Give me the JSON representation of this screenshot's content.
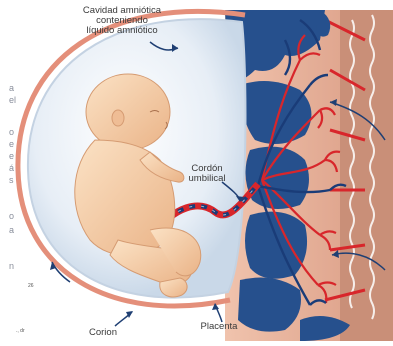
{
  "figure": {
    "labels": {
      "cavity_line1": "Cavidad amniótica",
      "cavity_line2": "conteniendo",
      "cavity_line3": "líquido amniótico",
      "cord_line1": "Cordón",
      "cord_line2": "umbilical",
      "placenta": "Placenta",
      "chorion": "Corion"
    },
    "left_margin_fragments": [
      "a",
      "el",
      "o",
      "e",
      "e",
      "á",
      "s",
      "o",
      "a",
      "n"
    ],
    "tiny_marks": [
      "26",
      "., dr"
    ],
    "colors": {
      "amniotic_fluid": "#dce7f1",
      "uterine_wall": "#e6a78a",
      "blood_arterial": "#d8262b",
      "blood_venous": "#22457e",
      "fetus_skin": "#f6cfa6",
      "arrow": "#1f3f73"
    }
  }
}
